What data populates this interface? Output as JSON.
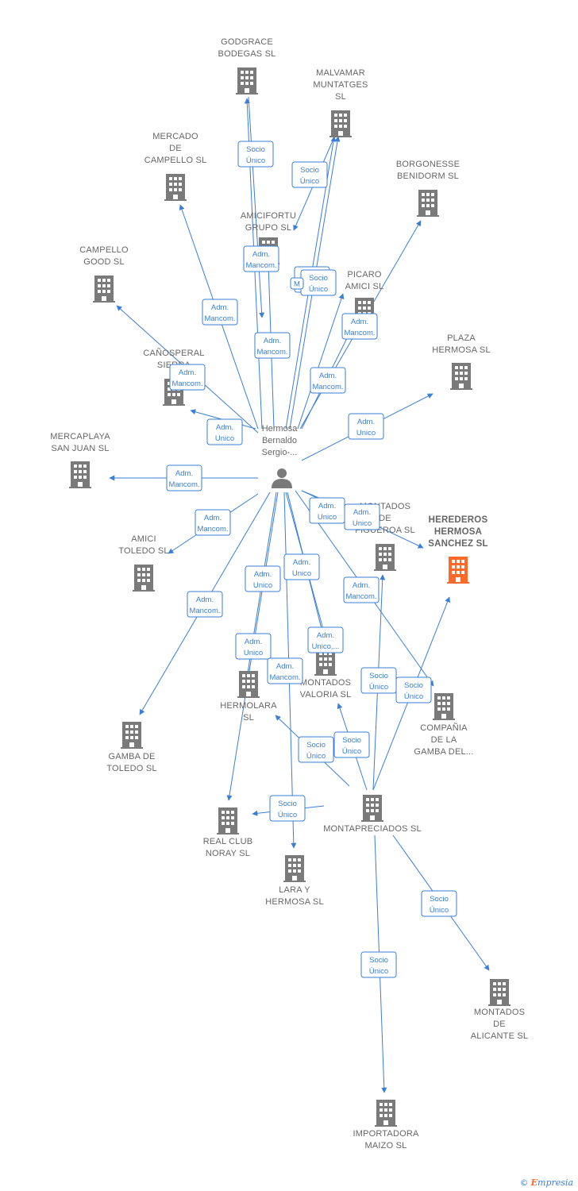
{
  "colors": {
    "edge": "#3a7fd5",
    "node": "#7a7a7a",
    "highlight_node": "#ff6a2b",
    "label": "#666666"
  },
  "person": {
    "name_lines": [
      "Hermosa",
      "Bernaldo",
      "Sergio-..."
    ],
    "icon": "person-icon"
  },
  "companies": [
    {
      "id": "godgrace",
      "lines": [
        "GODGRACE",
        "BODEGAS  SL"
      ],
      "icon": "building-icon"
    },
    {
      "id": "malvamar",
      "lines": [
        "MALVAMAR",
        "MUNTATGES",
        "SL"
      ],
      "icon": "building-icon"
    },
    {
      "id": "mercado_campello",
      "lines": [
        "MERCADO",
        "DE",
        "CAMPELLO  SL"
      ],
      "icon": "building-icon"
    },
    {
      "id": "borgonesse",
      "lines": [
        "BORGONESSE",
        "BENIDORM  SL"
      ],
      "icon": "building-icon"
    },
    {
      "id": "amicifortu",
      "lines": [
        "AMICIFORTU",
        "GRUPO  SL"
      ],
      "icon": "building-icon"
    },
    {
      "id": "campello_good",
      "lines": [
        "CAMPELLO",
        "GOOD  SL"
      ],
      "icon": "building-icon"
    },
    {
      "id": "picaro",
      "lines": [
        "PICARO",
        "AMICI  SL"
      ],
      "icon": "building-icon"
    },
    {
      "id": "plaza_hermosa",
      "lines": [
        "PLAZA",
        "HERMOSA SL"
      ],
      "icon": "building-icon"
    },
    {
      "id": "canosperal",
      "lines": [
        "CAÑOSPERAL",
        "SIERRA"
      ],
      "icon": "building-icon"
    },
    {
      "id": "mercaplaya",
      "lines": [
        "MERCAPLAYA",
        "SAN JUAN  SL"
      ],
      "icon": "building-icon"
    },
    {
      "id": "montados_figueroa",
      "lines": [
        "MONTADOS",
        "DE",
        "FIGUEROA SL"
      ],
      "icon": "building-icon"
    },
    {
      "id": "herederos",
      "lines": [
        "HEREDEROS",
        "HERMOSA",
        "SANCHEZ  SL"
      ],
      "icon": "building-icon",
      "highlight": true
    },
    {
      "id": "amici_toledo",
      "lines": [
        "AMICI",
        "TOLEDO  SL"
      ],
      "icon": "building-icon"
    },
    {
      "id": "montados_valoria",
      "lines": [
        "MONTADOS",
        "VALORIA  SL"
      ],
      "icon": "building-icon"
    },
    {
      "id": "hermolara",
      "lines": [
        "HERMOLARA",
        "SL"
      ],
      "icon": "building-icon"
    },
    {
      "id": "compania_gamba",
      "lines": [
        "COMPAÑIA",
        "DE LA",
        "GAMBA DEL..."
      ],
      "icon": "building-icon"
    },
    {
      "id": "gamba_toledo",
      "lines": [
        "GAMBA DE",
        "TOLEDO SL"
      ],
      "icon": "building-icon"
    },
    {
      "id": "montapreciados",
      "lines": [
        "MONTAPRECIADOS SL"
      ],
      "icon": "building-icon"
    },
    {
      "id": "real_club",
      "lines": [
        "REAL CLUB",
        "NORAY  SL"
      ],
      "icon": "building-icon"
    },
    {
      "id": "lara_hermosa",
      "lines": [
        "LARA Y",
        "HERMOSA SL"
      ],
      "icon": "building-icon"
    },
    {
      "id": "montados_alicante",
      "lines": [
        "MONTADOS",
        "DE",
        "ALICANTE  SL"
      ],
      "icon": "building-icon"
    },
    {
      "id": "importadora",
      "lines": [
        "IMPORTADORA",
        "MAIZO  SL"
      ],
      "icon": "building-icon"
    }
  ],
  "edge_labels": [
    {
      "id": "e_godgrace",
      "lines": [
        "Socio",
        "Único"
      ]
    },
    {
      "id": "e_malvamar",
      "lines": [
        "Socio",
        "Único"
      ]
    },
    {
      "id": "e_amicifortu",
      "lines": [
        "Adm.",
        "Mancom."
      ]
    },
    {
      "id": "e_picaro_a",
      "lines": [
        "Adm.",
        "Mancom."
      ]
    },
    {
      "id": "e_picaro_b",
      "lines": [
        "Socio",
        "Único"
      ]
    },
    {
      "id": "e_mercado",
      "lines": [
        "Adm.",
        "Mancom."
      ]
    },
    {
      "id": "e_borgonesse",
      "lines": [
        "Adm.",
        "Mancom."
      ]
    },
    {
      "id": "e_malvamar_b",
      "lines": [
        "Adm.",
        "Mancom."
      ]
    },
    {
      "id": "e_campello_good",
      "lines": [
        "Adm.",
        "Mancom."
      ]
    },
    {
      "id": "e_picaro_c",
      "lines": [
        "Adm.",
        "Mancom."
      ]
    },
    {
      "id": "e_canosperal",
      "lines": [
        "Adm.",
        "Unico"
      ]
    },
    {
      "id": "e_plaza",
      "lines": [
        "Adm.",
        "Unico"
      ]
    },
    {
      "id": "e_mercaplaya",
      "lines": [
        "Adm.",
        "Mancom."
      ]
    },
    {
      "id": "e_figueroa",
      "lines": [
        "Adm.",
        "Unico"
      ]
    },
    {
      "id": "e_herederos",
      "lines": [
        "Adm.",
        "Unico"
      ]
    },
    {
      "id": "e_amici_toledo",
      "lines": [
        "Adm.",
        "Mancom."
      ]
    },
    {
      "id": "e_lara",
      "lines": [
        "Adm.",
        "Unico"
      ]
    },
    {
      "id": "e_valoria_a",
      "lines": [
        "Adm.",
        "Unico"
      ]
    },
    {
      "id": "e_compania",
      "lines": [
        "Adm.",
        "Mancom."
      ]
    },
    {
      "id": "e_gamba_toledo",
      "lines": [
        "Adm.",
        "Mancom."
      ]
    },
    {
      "id": "e_valoria_b",
      "lines": [
        "Adm.",
        "Unico,..."
      ]
    },
    {
      "id": "e_real_club",
      "lines": [
        "Adm.",
        "Unico"
      ]
    },
    {
      "id": "e_montapreciados",
      "lines": [
        "Adm.",
        "Mancom."
      ]
    },
    {
      "id": "e_mp_figueroa",
      "lines": [
        "Socio",
        "Único"
      ]
    },
    {
      "id": "e_mp_herederos",
      "lines": [
        "Socio",
        "Único"
      ]
    },
    {
      "id": "e_mp_hermolara",
      "lines": [
        "Socio",
        "Único"
      ]
    },
    {
      "id": "e_mp_valoria",
      "lines": [
        "Socio",
        "Único"
      ]
    },
    {
      "id": "e_mp_real_club",
      "lines": [
        "Socio",
        "Único"
      ]
    },
    {
      "id": "e_mp_alicante",
      "lines": [
        "Socio",
        "Único"
      ]
    },
    {
      "id": "e_mp_importadora",
      "lines": [
        "Socio",
        "Único"
      ]
    },
    {
      "id": "e_small_m",
      "lines": [
        "M"
      ]
    }
  ],
  "brand": {
    "copyright": "©",
    "e_letter": "E",
    "rest": "mpresia"
  }
}
